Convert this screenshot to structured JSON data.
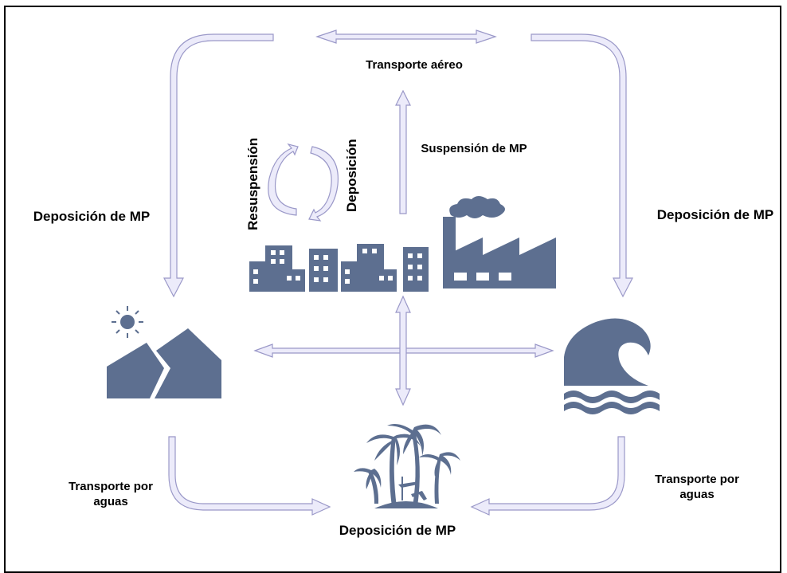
{
  "colors": {
    "arrow_fill": "#ecebfa",
    "arrow_stroke": "#9a98c8",
    "icon_fill": "#5d6f90",
    "frame": "#000000"
  },
  "labels": {
    "air_transport": "Transporte aéreo",
    "suspension": "Suspensión de MP",
    "resuspension": "Resuspensión",
    "deposition_cycle": "Deposición",
    "deposition_left": "Deposición de MP",
    "deposition_right": "Deposición de MP",
    "water_transport_left": "Transporte por aguas",
    "water_transport_right": "Transporte por aguas",
    "deposition_bottom": "Deposición de MP"
  },
  "icons": [
    "city-buildings-icon",
    "factory-icon",
    "mountain-sun-icon",
    "ocean-wave-icon",
    "palm-island-icon"
  ]
}
